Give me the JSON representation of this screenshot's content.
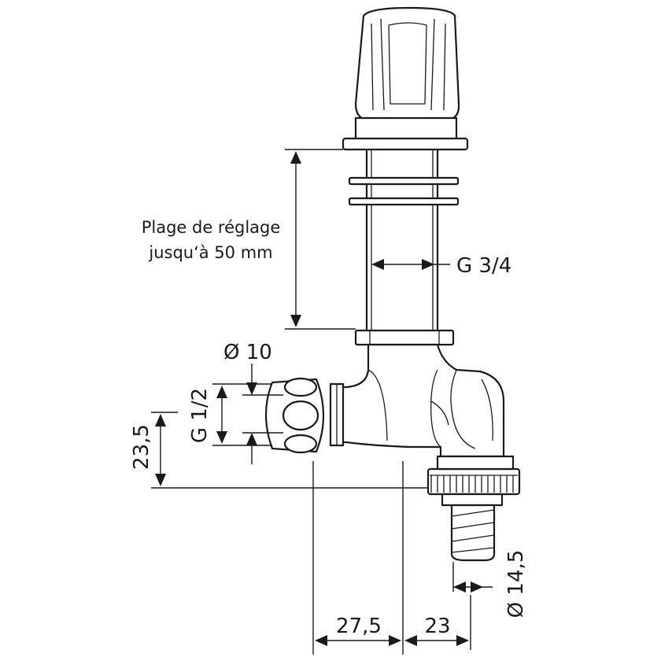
{
  "labels": {
    "adjustment_line1": "Plage de réglage",
    "adjustment_line2": "jusqu‘à 50 mm",
    "thread_main": "G 3/4",
    "dia_10": "Ø 10",
    "thread_side": "G 1/2",
    "height_235": "23,5",
    "hose_dia": "Ø 14,5",
    "width_275": "27,5",
    "width_23": "23"
  },
  "colors": {
    "line": "#1a1a1a",
    "background": "#ffffff"
  }
}
